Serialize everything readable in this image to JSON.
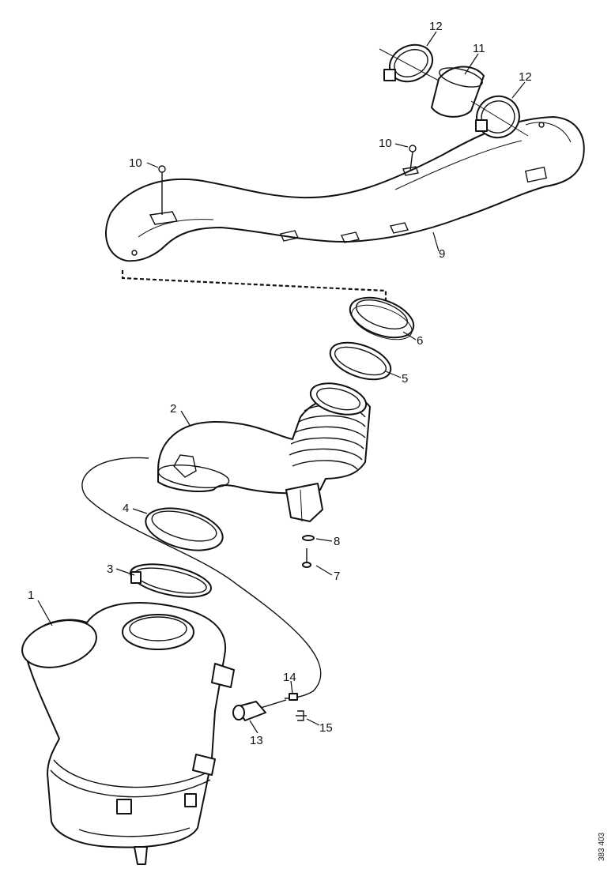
{
  "callouts": {
    "c1": "1",
    "c2": "2",
    "c3": "3",
    "c4": "4",
    "c5": "5",
    "c6": "6",
    "c7": "7",
    "c8": "8",
    "c9": "9",
    "c10a": "10",
    "c10b": "10",
    "c11": "11",
    "c12a": "12",
    "c12b": "12",
    "c13": "13",
    "c14": "14",
    "c15": "15"
  },
  "reference_code": "383 403"
}
